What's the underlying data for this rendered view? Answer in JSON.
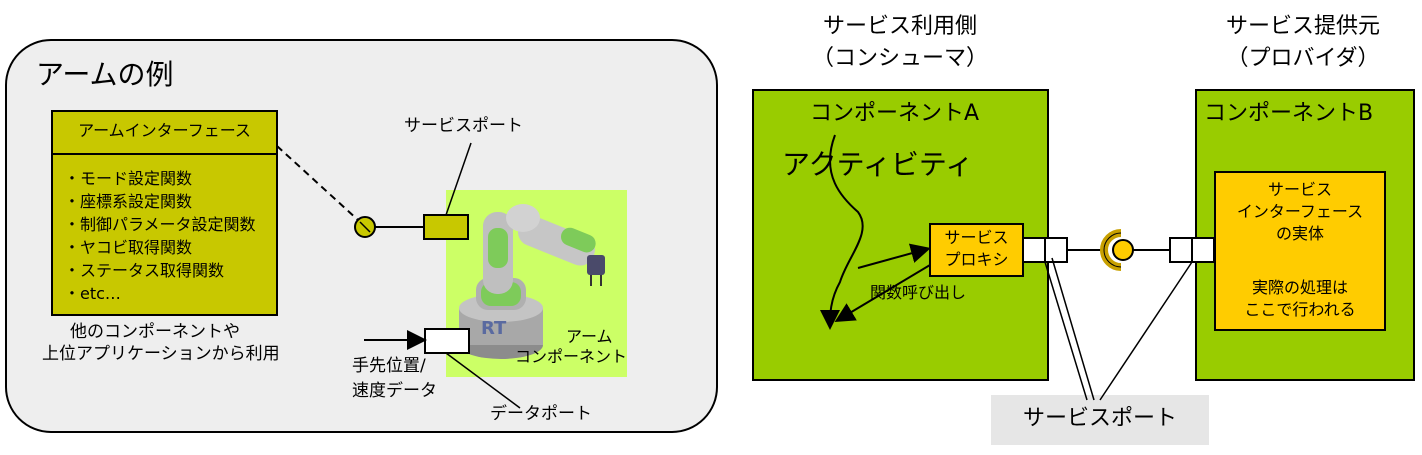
{
  "arm_example": {
    "title": "アームの例",
    "interface_header": "アームインターフェース",
    "functions": [
      "・モード設定関数",
      "・座標系設定関数",
      "・制御パラメータ設定関数",
      "・ヤコビ取得関数",
      "・ステータス取得関数",
      "・etc…"
    ],
    "usage_note": [
      "他のコンポーネントや",
      "上位アプリケーションから利用"
    ],
    "service_port_label": "サービスポート",
    "arm_component_label": [
      "アーム",
      "コンポーネント"
    ],
    "robot_base_text": "RT",
    "data_input_label": [
      "手先位置/",
      "速度データ"
    ],
    "data_port_label": "データポート"
  },
  "service_model": {
    "consumer_header": [
      "サービス利用側",
      "（コンシューマ）"
    ],
    "provider_header": [
      "サービス提供元",
      "（プロバイダ）"
    ],
    "component_a": "コンポーネントA",
    "component_b": "コンポーネントB",
    "activity_label": "アクティビティ",
    "proxy_label": [
      "サービス",
      "プロキシ"
    ],
    "function_call_label": "関数呼び出し",
    "service_impl_label": [
      "サービス",
      "インターフェース",
      "の実体",
      "",
      "実際の処理は",
      "ここで行われる"
    ],
    "service_port_caption": "サービスポート"
  },
  "colors": {
    "panel_bg": "#eeeeee",
    "olive": "#c8c800",
    "light_green": "#ccff66",
    "component_green": "#99cc00",
    "orange": "#ffcc00",
    "caption_bg": "#e6e6e6"
  }
}
